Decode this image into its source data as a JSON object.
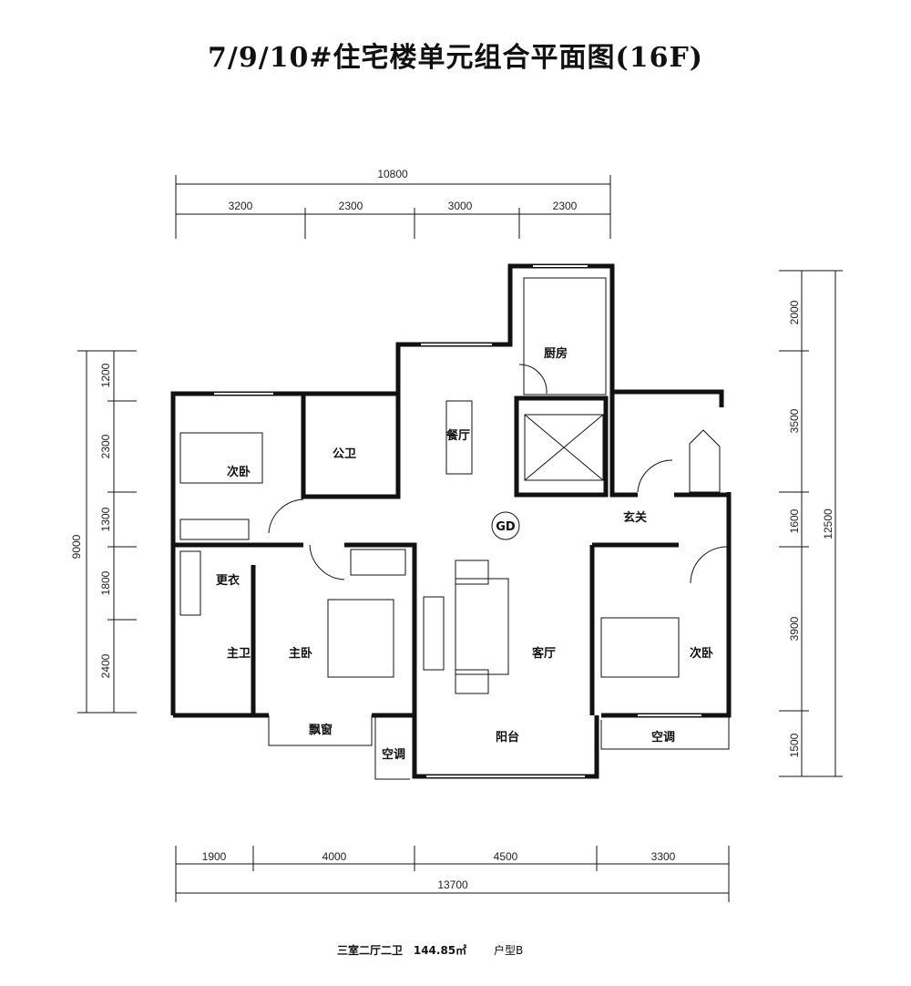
{
  "title": "7/9/10#住宅楼单元组合平面图(16F)",
  "dimensions": {
    "top_total": "10800",
    "top": [
      "3200",
      "2300",
      "3000",
      "2300"
    ],
    "left_total": "9000",
    "left": [
      "1200",
      "2300",
      "1300",
      "1800",
      "2400"
    ],
    "right_total": "12500",
    "right": [
      "2000",
      "3500",
      "1600",
      "3900",
      "1500"
    ],
    "bottom": [
      "1900",
      "4000",
      "4500",
      "3300"
    ],
    "bottom_total": "13700"
  },
  "rooms": {
    "bedroom2_left": "次卧",
    "public_bath": "公卫",
    "dining": "餐厅",
    "kitchen": "厨房",
    "gd": "GD",
    "foyer": "玄关",
    "dressing": "更衣",
    "master_bath": "主卫",
    "master_bedroom": "主卧",
    "living": "客厅",
    "bedroom2_right": "次卧",
    "bay_window": "飘窗",
    "balcony": "阳台",
    "ac_left": "空调",
    "ac_right": "空调"
  },
  "footer": {
    "layout": "三室二厅二卫",
    "area": "144.85㎡",
    "type": "户型B"
  }
}
